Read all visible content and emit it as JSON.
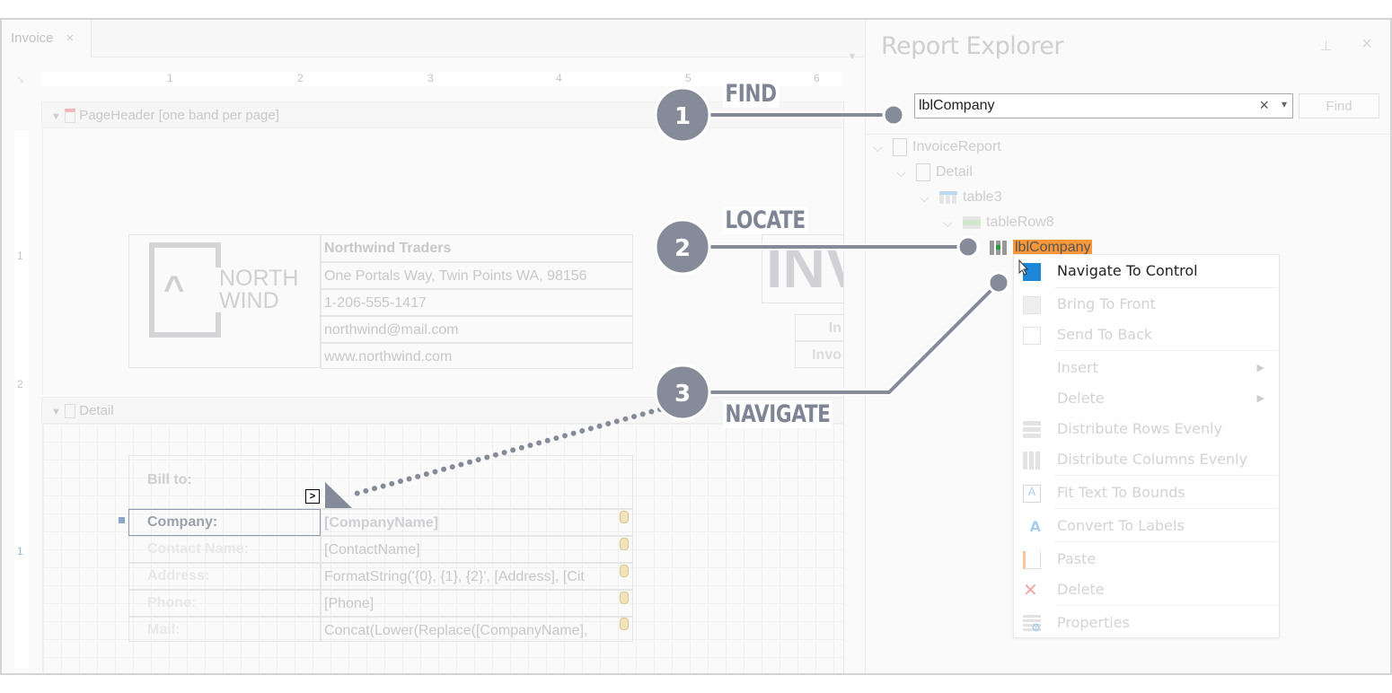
{
  "document_tab": {
    "label": "Invoice",
    "close": "×"
  },
  "ruler": {
    "h": [
      "1",
      "2",
      "3",
      "4",
      "5",
      "6"
    ],
    "v": [
      "1",
      "2",
      "1"
    ]
  },
  "bands": {
    "page_header": "PageHeader [one band per page]",
    "detail": "Detail"
  },
  "header": {
    "company_rows": [
      "Northwind Traders",
      "One Portals Way, Twin Points WA, 98156",
      "1-206-555-1417",
      "northwind@mail.com",
      "www.northwind.com"
    ],
    "logo_line1": "NORTH",
    "logo_line2": "WIND",
    "invoice_title": "INV",
    "invoice_rows": [
      "In",
      "Invo"
    ]
  },
  "detail": {
    "bill_to": "Bill to:",
    "rows": [
      {
        "label": "Company:",
        "value": "[CompanyName]"
      },
      {
        "label": "Contact Name:",
        "value": "[ContactName]"
      },
      {
        "label": "Address:",
        "value": "FormatString('{0}, {1}, {2}', [Address], [Cit"
      },
      {
        "label": "Phone:",
        "value": "[Phone]"
      },
      {
        "label": "Mail:",
        "value": "Concat(Lower(Replace([CompanyName],"
      }
    ],
    "smart_tag": ">"
  },
  "explorer": {
    "title": "Report Explorer",
    "search_value": "lblCompany",
    "clear": "×",
    "dropdown": "▾",
    "find": "Find",
    "pin": "⊥",
    "close": "×",
    "tree": [
      "InvoiceReport",
      "Detail",
      "table3",
      "tableRow8",
      "lblCompany"
    ]
  },
  "context_menu": [
    "Navigate To Control",
    "Bring To Front",
    "Send To Back",
    "Insert",
    "Delete",
    "Distribute Rows Evenly",
    "Distribute Columns Evenly",
    "Fit Text To Bounds",
    "Convert To Labels",
    "Paste",
    "Delete",
    "Properties"
  ],
  "callouts": [
    {
      "num": "1",
      "label": "FIND"
    },
    {
      "num": "2",
      "label": "LOCATE"
    },
    {
      "num": "3",
      "label": "NAVIGATE"
    }
  ],
  "colors": {
    "callout": "#868b9a",
    "highlight": "#f7973a",
    "menu_active": "#1e88d8"
  }
}
